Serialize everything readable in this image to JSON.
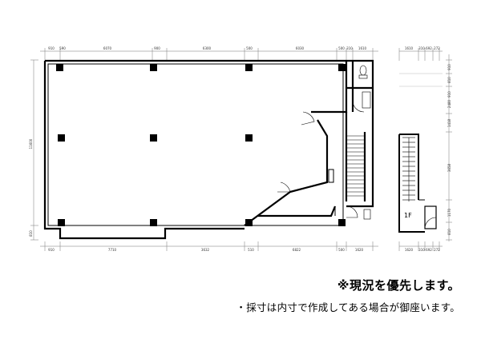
{
  "plan": {
    "top_dims": [
      "910",
      "590",
      "6070",
      "900",
      "6300",
      "500",
      "6030",
      "500",
      "310",
      "1610"
    ],
    "bottom_dims": [
      "910",
      "7710",
      "3632",
      "510",
      "6822",
      "500",
      "1620"
    ],
    "left_dims": [
      "11600",
      "810"
    ],
    "side_top_dims": [
      "1610",
      "310",
      "692",
      "272"
    ],
    "side_bottom_dims": [
      "1620",
      "310",
      "692",
      "272"
    ],
    "side_right_dims": [
      "910",
      "810",
      "910",
      "2480",
      "1418",
      "3658",
      "1170",
      "810"
    ],
    "floor_label": "1F"
  },
  "notes": {
    "current_condition": "※現況を優先します。",
    "measurement": "・採寸は内寸で作成してある場合が御座います。"
  }
}
